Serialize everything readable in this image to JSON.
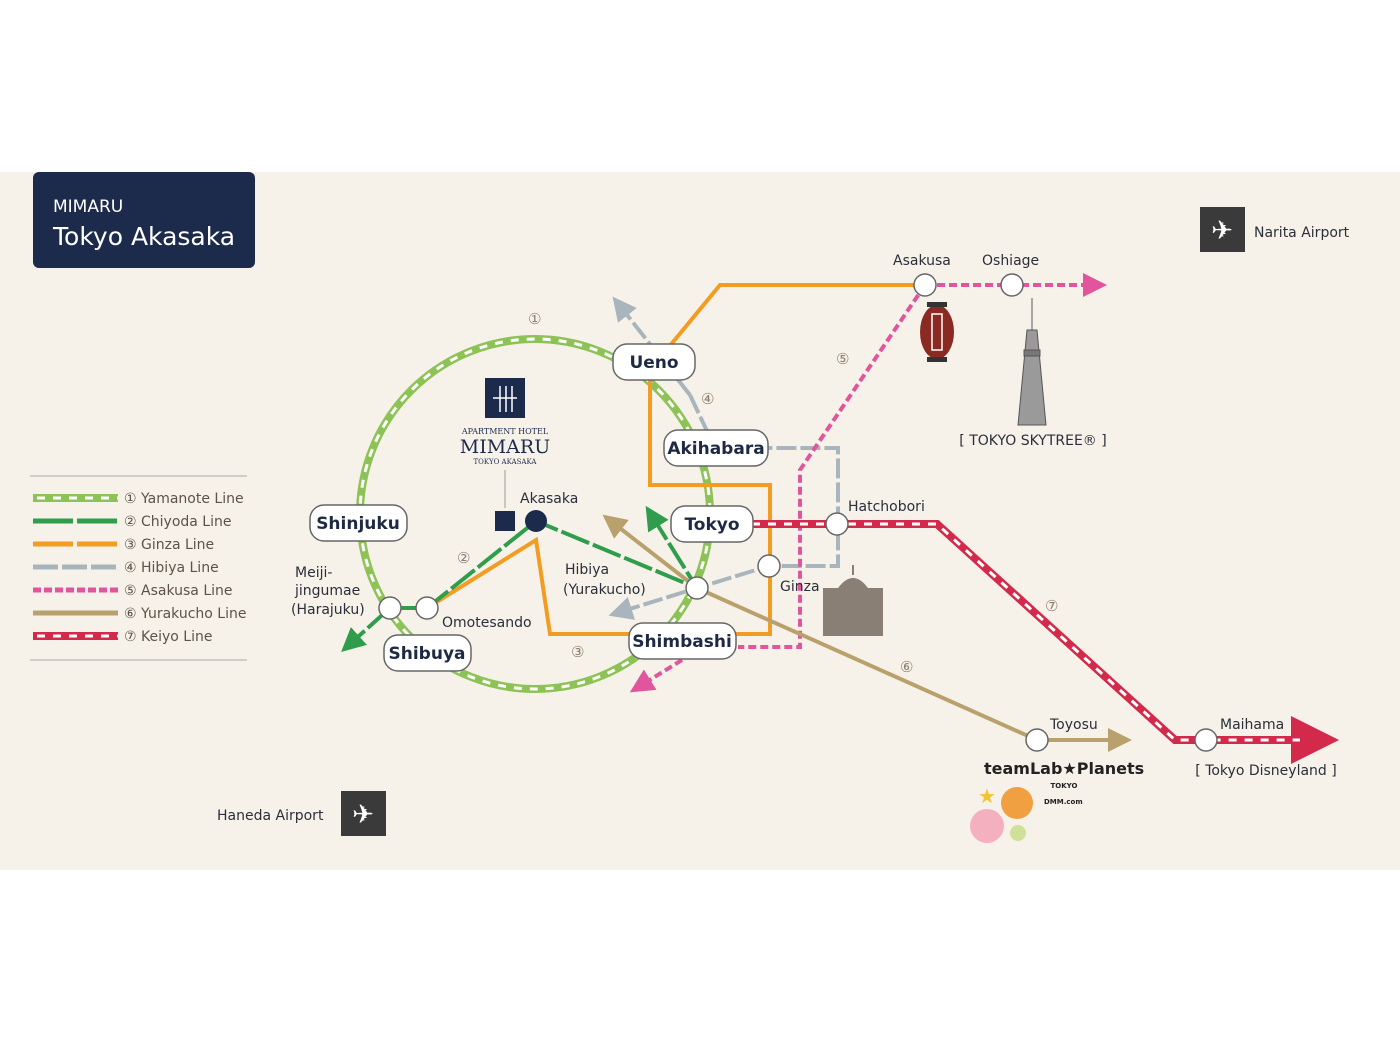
{
  "title_box": {
    "brand": "MIMARU",
    "location": "Tokyo Akasaka"
  },
  "hotel_logo": {
    "line1": "APARTMENT HOTEL",
    "line2": "MIMARU",
    "line3": "TOKYO AKASAKA"
  },
  "legend": [
    {
      "label": "① Yamanote Line",
      "color": "#8dc356"
    },
    {
      "label": "② Chiyoda Line",
      "color": "#2f9d4c"
    },
    {
      "label": "③ Ginza Line",
      "color": "#f39c22"
    },
    {
      "label": "④ Hibiya Line",
      "color": "#a9b5bd"
    },
    {
      "label": "⑤ Asakusa Line",
      "color": "#e0559b"
    },
    {
      "label": "⑥ Yurakucho Line",
      "color": "#b9a16d"
    },
    {
      "label": "⑦ Keiyo Line",
      "color": "#d3294b"
    }
  ],
  "line_numbers": [
    "①",
    "②",
    "③",
    "④",
    "⑤",
    "⑥",
    "⑦"
  ],
  "stations": {
    "ueno": "Ueno",
    "akihabara": "Akihabara",
    "tokyo": "Tokyo",
    "shimbashi": "Shimbashi",
    "shinjuku": "Shinjuku",
    "shibuya": "Shibuya",
    "akasaka": "Akasaka",
    "harajuku": [
      "Meiji-",
      "jingumae",
      "(Harajuku)"
    ],
    "omotesando": "Omotesando",
    "hibiya": [
      "Hibiya",
      "(Yurakucho)"
    ],
    "ginza": "Ginza",
    "hatchobori": "Hatchobori",
    "asakusa": "Asakusa",
    "oshiage": "Oshiage",
    "toyosu": "Toyosu",
    "maihama": "Maihama"
  },
  "landmarks": {
    "skytree": "[ TOKYO SKYTREE® ]",
    "disneyland": "[ Tokyo Disneyland ]",
    "teamlab": "teamLab★Planets",
    "teamlab_sub": "TOKYO",
    "dmm": "DMM.com"
  },
  "airports": {
    "narita": "Narita Airport",
    "haneda": "Haneda Airport"
  }
}
